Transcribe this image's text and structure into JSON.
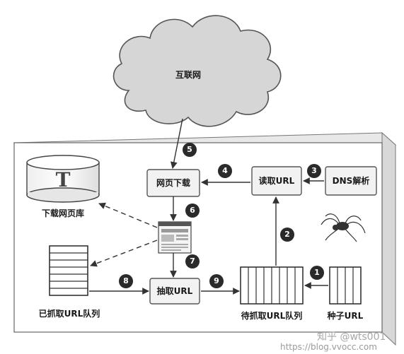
{
  "nodes": {
    "internet": "互联网",
    "download_page": "网页下载",
    "read_url": "读取URL",
    "dns": "DNS解析",
    "db": "下载网页库",
    "crawled_queue": "已抓取URL队列",
    "extract_url": "抽取URL",
    "pending_queue": "待抓取URL队列",
    "seed_url": "种子URL"
  },
  "db_glyph": "T",
  "steps": [
    "1",
    "2",
    "3",
    "4",
    "5",
    "6",
    "7",
    "8",
    "9"
  ],
  "watermark": {
    "line1": "知乎 @wts001",
    "line2": "https://blog.vvocc.com"
  }
}
